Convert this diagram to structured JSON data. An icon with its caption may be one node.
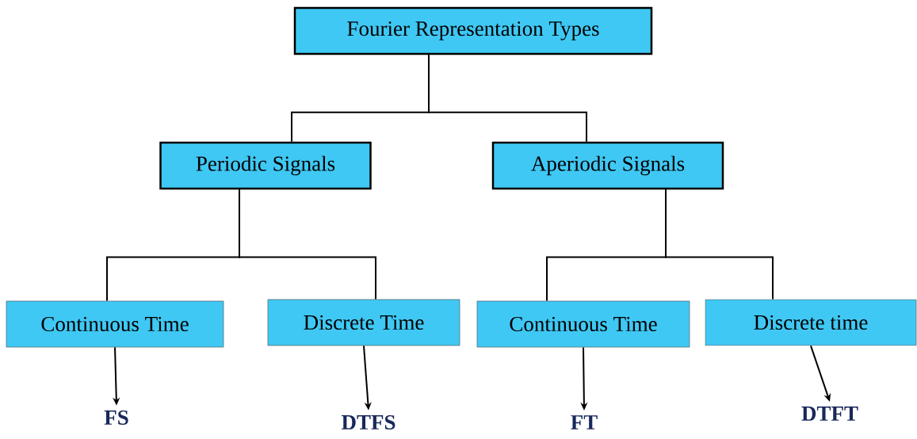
{
  "diagram": {
    "nodes": [
      {
        "text": [
          "Fourier Representation Types"
        ]
      },
      {
        "text": [
          "Periodic Signals"
        ]
      },
      {
        "text": [
          "Aperiodic Signals"
        ]
      },
      {
        "text": [
          "Continuous Time"
        ]
      },
      {
        "text": [
          "Discrete Time"
        ]
      },
      {
        "text": [
          "Continuous Time"
        ]
      },
      {
        "text": [
          "Discrete time"
        ]
      },
      {
        "text": [
          "FS"
        ]
      },
      {
        "text": [
          "DTFS"
        ]
      },
      {
        "text": [
          "FT"
        ]
      },
      {
        "text": [
          "DTFT"
        ]
      }
    ],
    "edges": [
      {
        "from": 0,
        "to": 1,
        "arrow": "none"
      },
      {
        "from": 0,
        "to": 2,
        "arrow": "none"
      },
      {
        "from": 1,
        "to": 3,
        "arrow": "none"
      },
      {
        "from": 1,
        "to": 4,
        "arrow": "none"
      },
      {
        "from": 2,
        "to": 5,
        "arrow": "none"
      },
      {
        "from": 2,
        "to": 6,
        "arrow": "none"
      },
      {
        "from": 3,
        "to": 7,
        "arrow": "to"
      },
      {
        "from": 4,
        "to": 8,
        "arrow": "to"
      },
      {
        "from": 5,
        "to": 9,
        "arrow": "to"
      },
      {
        "from": 6,
        "to": 10,
        "arrow": "to"
      }
    ]
  }
}
